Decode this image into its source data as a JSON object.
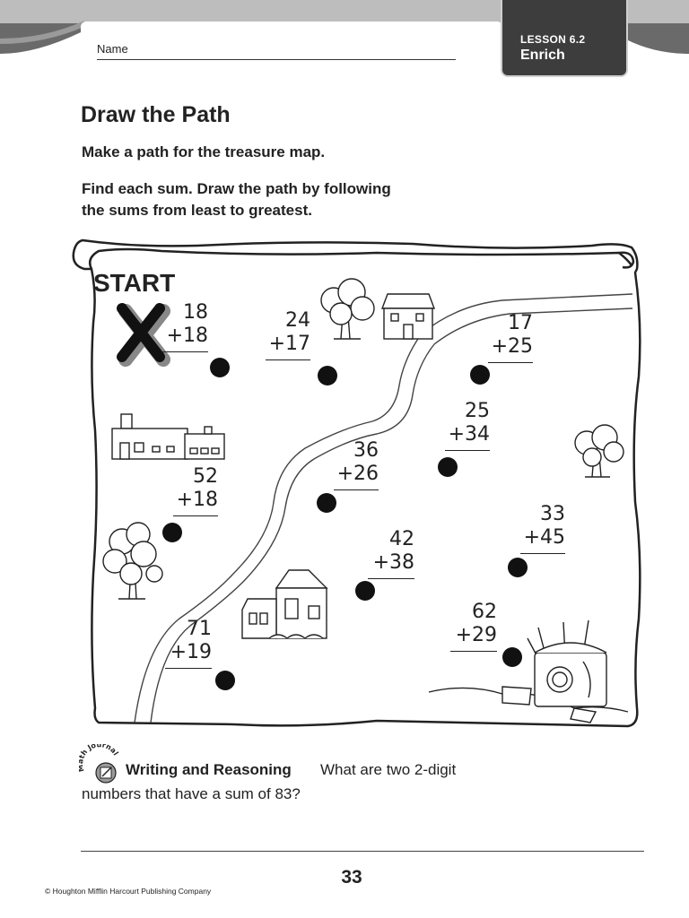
{
  "header": {
    "name_label": "Name",
    "lesson": "LESSON 6.2",
    "lesson_type": "Enrich"
  },
  "title": "Draw the Path",
  "instructions": [
    "Make a path for the treasure map.",
    "Find each sum. Draw the path by following",
    "the sums from least to greatest."
  ],
  "map": {
    "start_label": "START",
    "problems": [
      {
        "a": "18",
        "b": "+18"
      },
      {
        "a": "24",
        "b": "+17"
      },
      {
        "a": "17",
        "b": "+25"
      },
      {
        "a": "25",
        "b": "+34"
      },
      {
        "a": "36",
        "b": "+26"
      },
      {
        "a": "52",
        "b": "+18"
      },
      {
        "a": "33",
        "b": "+45"
      },
      {
        "a": "42",
        "b": "+38"
      },
      {
        "a": "62",
        "b": "+29"
      },
      {
        "a": "71",
        "b": "+19"
      }
    ]
  },
  "writing": {
    "icon_text": "Math Journal",
    "title": "Writing and Reasoning",
    "question_line1": "What are two 2-digit",
    "question_line2": "numbers that have a sum of 83?"
  },
  "footer": {
    "page_number": "33",
    "copyright": "© Houghton Mifflin Harcourt Publishing Company"
  }
}
